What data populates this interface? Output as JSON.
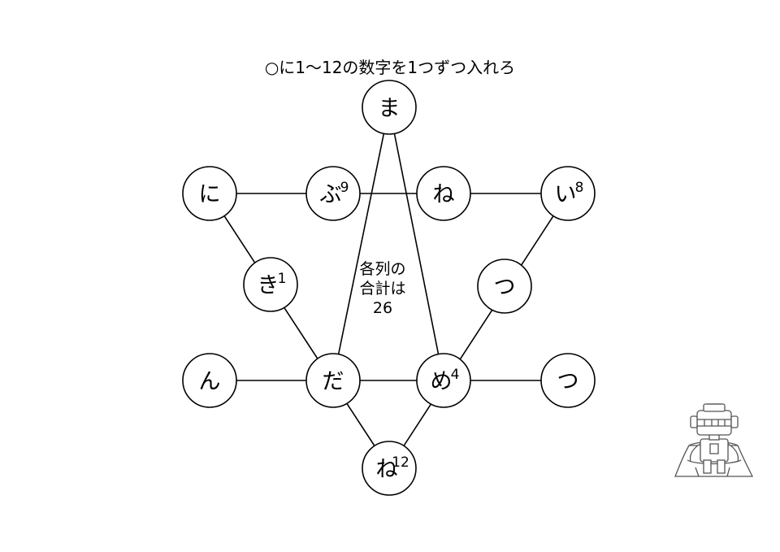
{
  "puzzle": {
    "instruction": "○に1～12の数字を1つずつ入れろ",
    "center_text": [
      "各列の",
      "合計は",
      "26"
    ],
    "nodes": [
      {
        "id": "top",
        "char": "ま",
        "number": ""
      },
      {
        "id": "upper-left-outer",
        "char": "に",
        "number": ""
      },
      {
        "id": "upper-left-inner",
        "char": "ぶ",
        "number": "9"
      },
      {
        "id": "upper-right-inner",
        "char": "ね",
        "number": ""
      },
      {
        "id": "upper-right-outer",
        "char": "い",
        "number": "8"
      },
      {
        "id": "middle-left",
        "char": "き",
        "number": "1"
      },
      {
        "id": "middle-right",
        "char": "つ",
        "number": ""
      },
      {
        "id": "lower-left-outer",
        "char": "ん",
        "number": ""
      },
      {
        "id": "lower-left-inner",
        "char": "だ",
        "number": ""
      },
      {
        "id": "lower-right-inner",
        "char": "め",
        "number": "4"
      },
      {
        "id": "lower-right-outer",
        "char": "つ",
        "number": ""
      },
      {
        "id": "bottom",
        "char": "ね",
        "number": "12"
      }
    ]
  },
  "colors": {
    "stroke": "#000000",
    "fill": "#ffffff",
    "mascot_stroke": "#555555"
  },
  "icons": {
    "mascot": "robot-mascot-icon"
  }
}
